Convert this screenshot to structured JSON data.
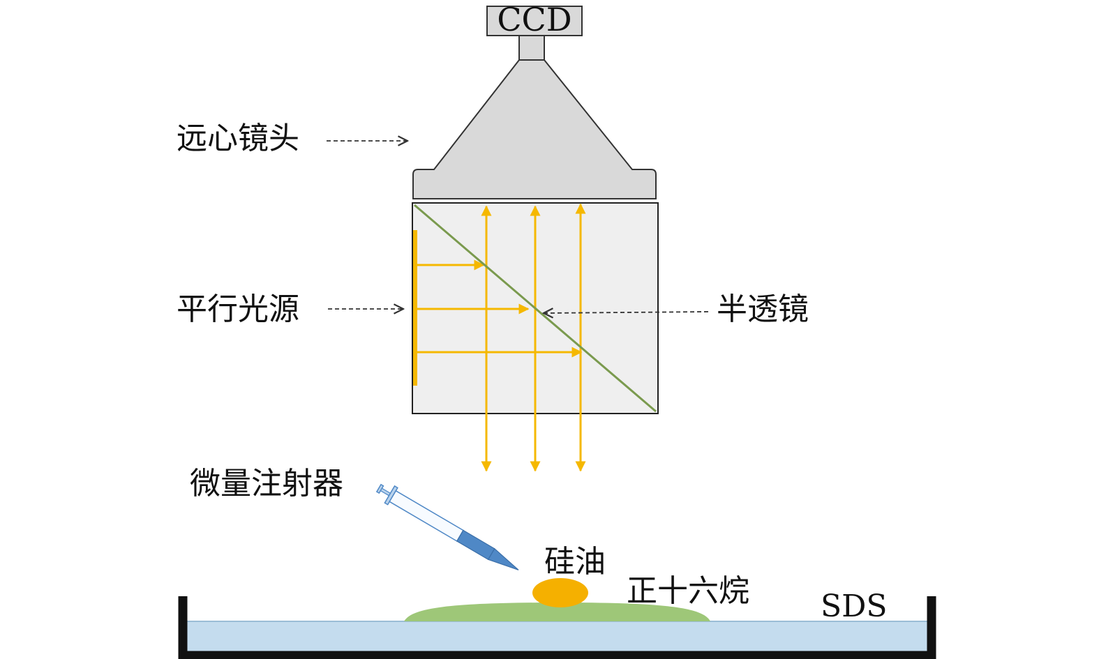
{
  "labels": {
    "ccd": "CCD",
    "telecentric_lens": "远心镜头",
    "parallel_light": "平行光源",
    "half_mirror": "半透镜",
    "micro_syringe": "微量注射器",
    "silicone_oil": "硅油",
    "hexadecane": "正十六烷",
    "sds": "SDS"
  },
  "colors": {
    "housing_fill": "#d9d9d9",
    "box_fill": "#efefef",
    "outline": "#222222",
    "beam": "#f5b800",
    "half_mirror": "#7a9a4e",
    "water": "#c4dcee",
    "hexadecane": "#9ec778",
    "silicone_oil": "#f5b000",
    "syringe": "#4f88c6",
    "container": "#111111",
    "label_arrow": "#333333"
  }
}
